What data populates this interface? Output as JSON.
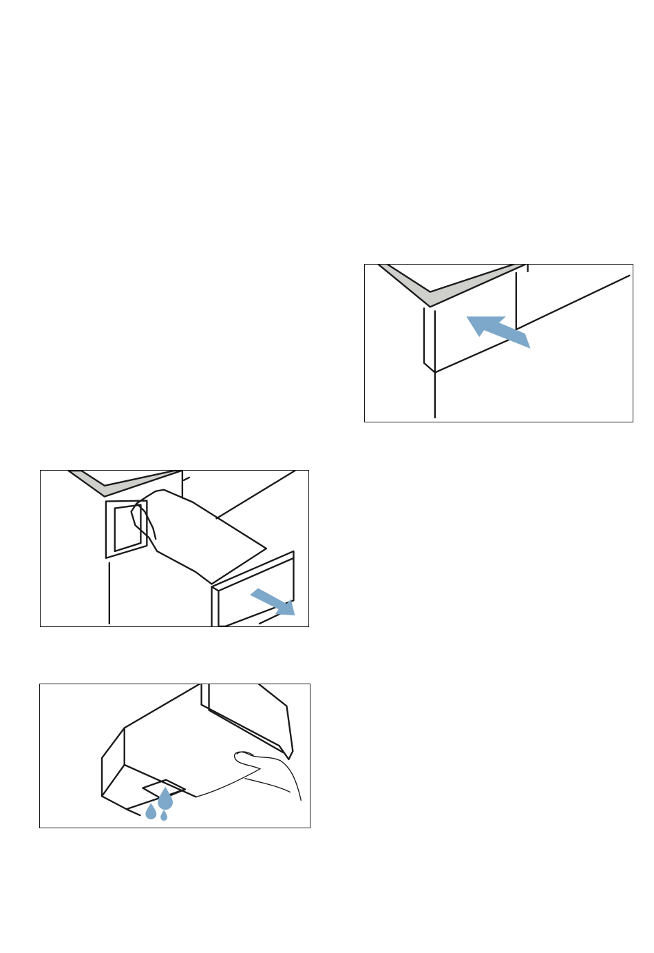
{
  "colors": {
    "accent_arrow": "#7ea8c9",
    "water_drop": "#7ea8c9",
    "panel_grey": "#cfd0cb",
    "line": "#1a1a1a",
    "page_background": "#ffffff"
  },
  "figures": [
    {
      "id": "insert-container",
      "icon": "push-in-arrow-icon"
    },
    {
      "id": "pull-out-container",
      "icon": "pull-out-arrow-icon"
    },
    {
      "id": "empty-container",
      "icon": "water-drops-icon"
    }
  ]
}
